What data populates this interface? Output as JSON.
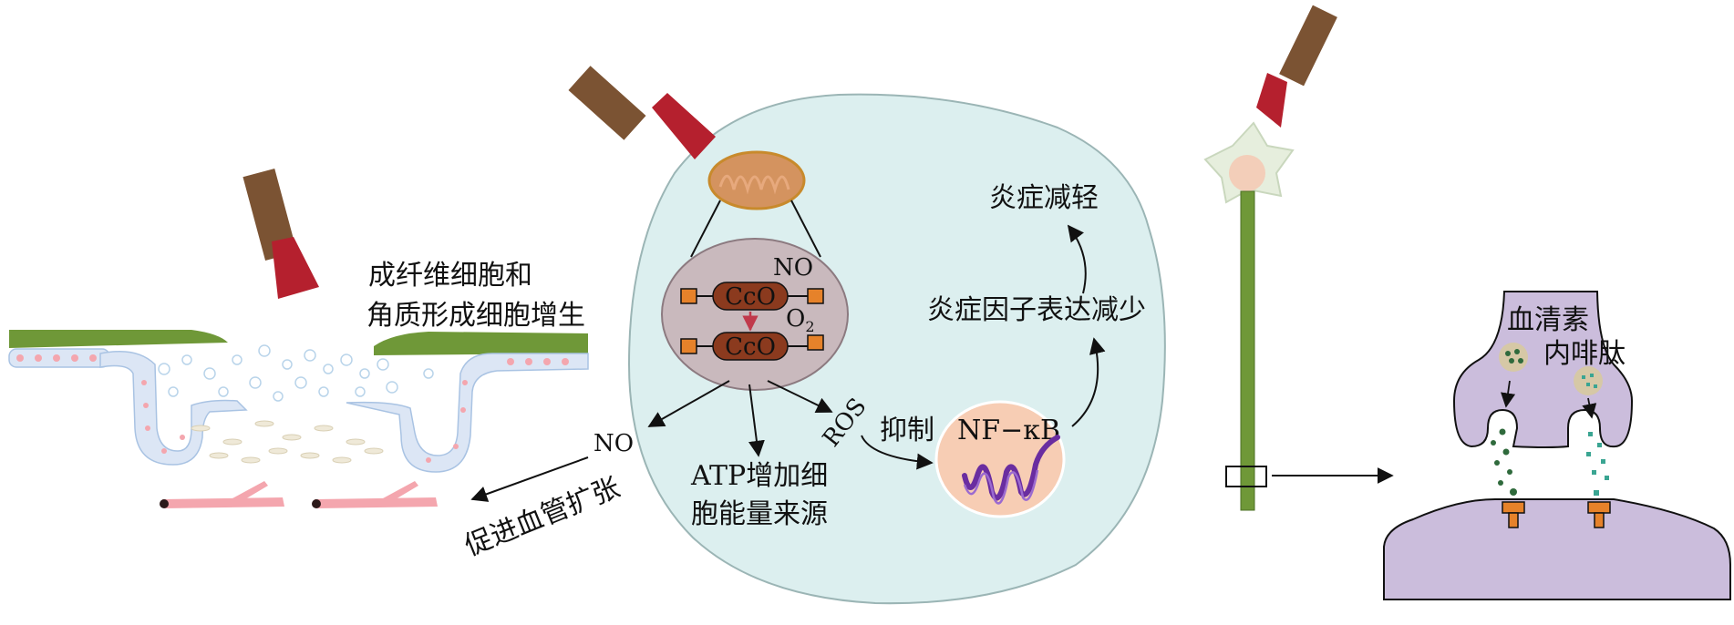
{
  "labels": {
    "proliferation_line1": "成纤维细胞和",
    "proliferation_line2": "角质形成细胞增生",
    "no_small": "NO",
    "cco_top": "CcO",
    "cco_bottom": "CcO",
    "o2": "O",
    "o2_sub": "2",
    "no_out": "NO",
    "vasodilation": "促进血管扩张",
    "atp_line1": "ATP增加细",
    "atp_line2": "胞能量来源",
    "ros": "ROS",
    "inhibit": "抑制",
    "nfkb": "NF−κB",
    "cytokine": "炎症因子表达减少",
    "inflammation": "炎症减轻",
    "serotonin": "血清素",
    "endorphin": "内啡肽"
  },
  "colors": {
    "probe_body": "#7b5333",
    "probe_tip": "#b5202e",
    "cell_fill": "#dcefef",
    "mito_fill": "#d4935f",
    "cco_fill": "#8b3a1e",
    "connector": "#e6822a",
    "nucleus_fill": "#f7cdb4",
    "dna": "#6a2da0",
    "green_tissue": "#6f9838",
    "vessel": "#f4a6ae",
    "synapse": "#cbbddc",
    "vesicle_dark": "#2f6a3c",
    "vesicle_teal": "#3aa592",
    "receptor": "#e6822a"
  }
}
